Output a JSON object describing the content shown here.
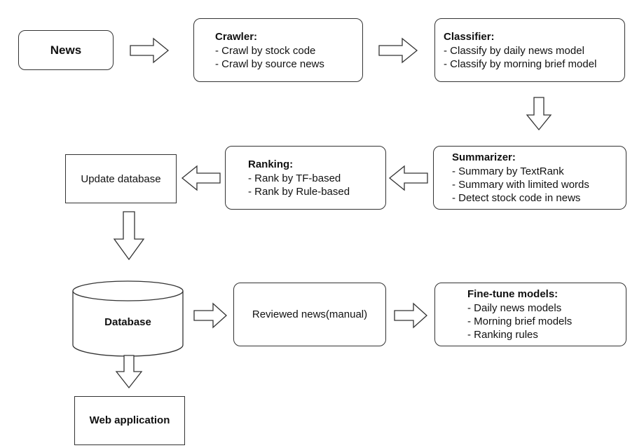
{
  "news": {
    "label": "News"
  },
  "crawler": {
    "title": "Crawler:",
    "items": [
      "- Crawl by stock code",
      "- Crawl by source news"
    ]
  },
  "classifier": {
    "title": "Classifier:",
    "items": [
      "- Classify by daily news model",
      "- Classify by morning brief model"
    ]
  },
  "summarizer": {
    "title": "Summarizer:",
    "items": [
      "- Summary by TextRank",
      "- Summary with limited words",
      "- Detect stock code in news"
    ]
  },
  "ranking": {
    "title": "Ranking:",
    "items": [
      "- Rank by TF-based",
      "- Rank by Rule-based"
    ]
  },
  "update_db": {
    "label": "Update database"
  },
  "database": {
    "label": "Database"
  },
  "reviewed": {
    "label": "Reviewed news(manual)"
  },
  "finetune": {
    "title": "Fine-tune models:",
    "items": [
      "- Daily news models",
      "- Morning brief models",
      "- Ranking rules"
    ]
  },
  "webapp": {
    "label": "Web application"
  }
}
